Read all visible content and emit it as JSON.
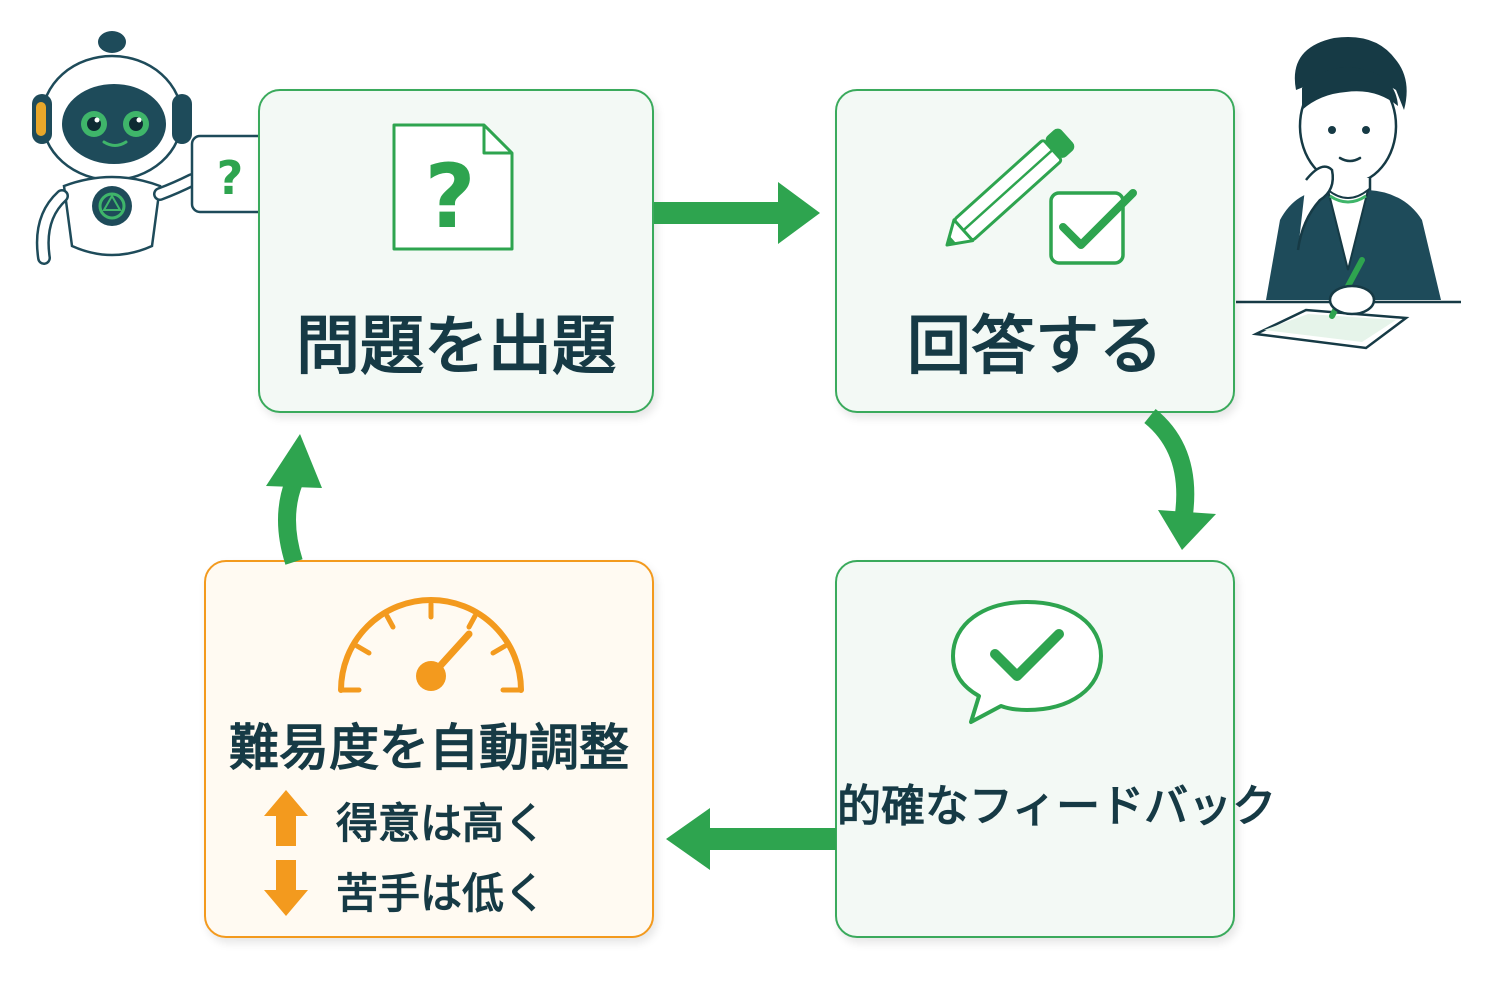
{
  "steps": {
    "pose_question": {
      "title": "問題を出題",
      "icon_symbol": "?",
      "icon": "question-document-icon"
    },
    "answer": {
      "title": "回答する",
      "icon": "pencil-checkbox-icon"
    },
    "feedback": {
      "title": "的確なフィードバック",
      "icon": "check-speech-bubble-icon"
    },
    "adjust": {
      "title": "難易度を自動調整",
      "icon": "speedometer-icon",
      "rule_up": "得意は高く",
      "rule_down": "苦手は低く"
    }
  },
  "robot": {
    "card_symbol": "?"
  },
  "colors": {
    "green": "#2ea44f",
    "orange": "#f39a1e",
    "navy": "#163a45"
  }
}
